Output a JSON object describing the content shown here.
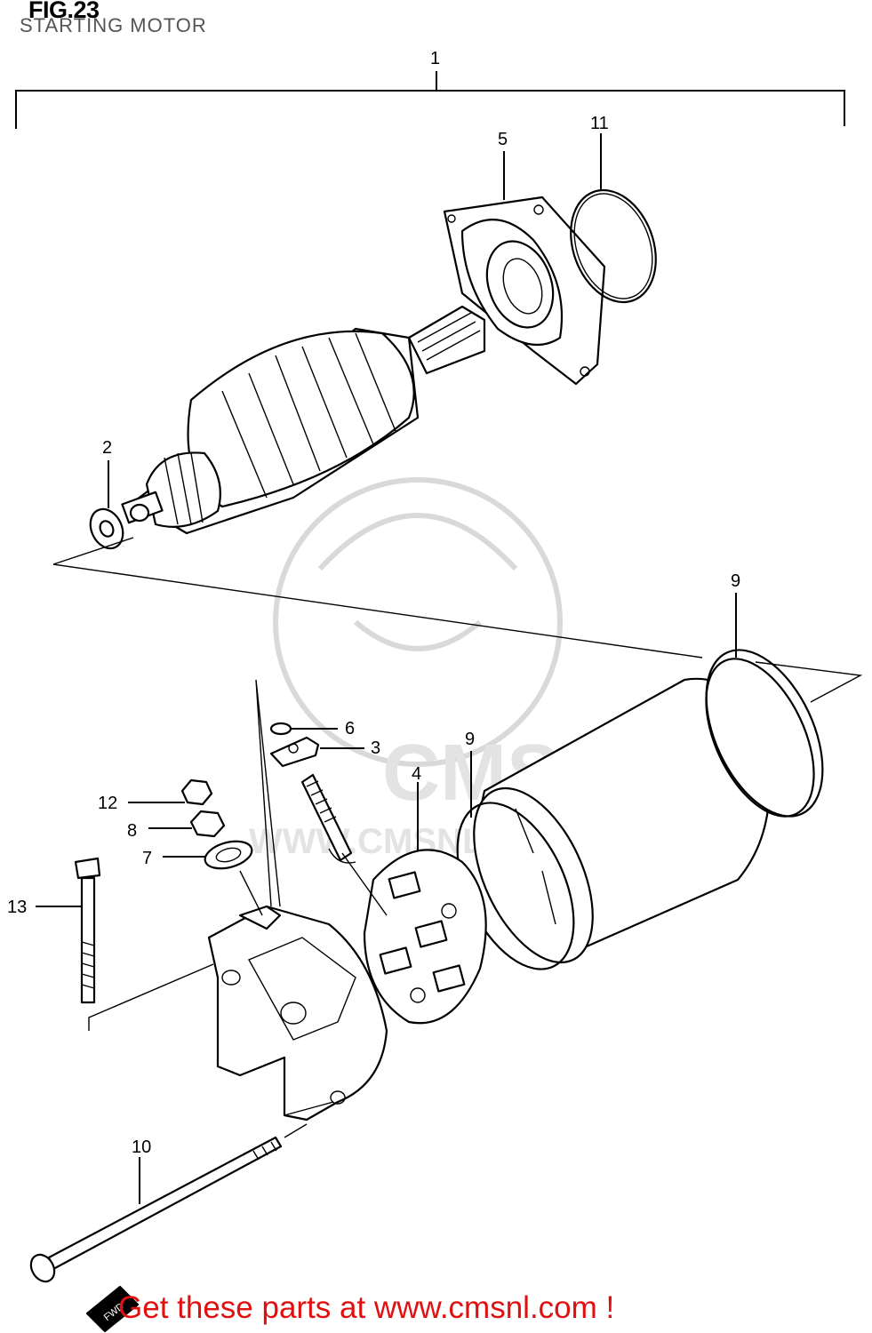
{
  "figure": {
    "title": "FIG.23",
    "subtitle": "STARTING MOTOR"
  },
  "callouts": [
    {
      "id": "1",
      "label": "1"
    },
    {
      "id": "2",
      "label": "2"
    },
    {
      "id": "3",
      "label": "3"
    },
    {
      "id": "4",
      "label": "4"
    },
    {
      "id": "5",
      "label": "5"
    },
    {
      "id": "6",
      "label": "6"
    },
    {
      "id": "7",
      "label": "7"
    },
    {
      "id": "8",
      "label": "8"
    },
    {
      "id": "9a",
      "label": "9"
    },
    {
      "id": "9b",
      "label": "9"
    },
    {
      "id": "10",
      "label": "10"
    },
    {
      "id": "11",
      "label": "11"
    },
    {
      "id": "12",
      "label": "12"
    },
    {
      "id": "13",
      "label": "13"
    }
  ],
  "watermark": {
    "logo_text": "CMS",
    "url_text": "WWW.CMSNL.COM"
  },
  "fwd_arrow_label": "FWD",
  "footer": {
    "cta": "Get these parts at www.cmsnl.com !"
  },
  "colors": {
    "line": "#000000",
    "cta": "#e01010",
    "watermark": "#d9d9d9"
  }
}
